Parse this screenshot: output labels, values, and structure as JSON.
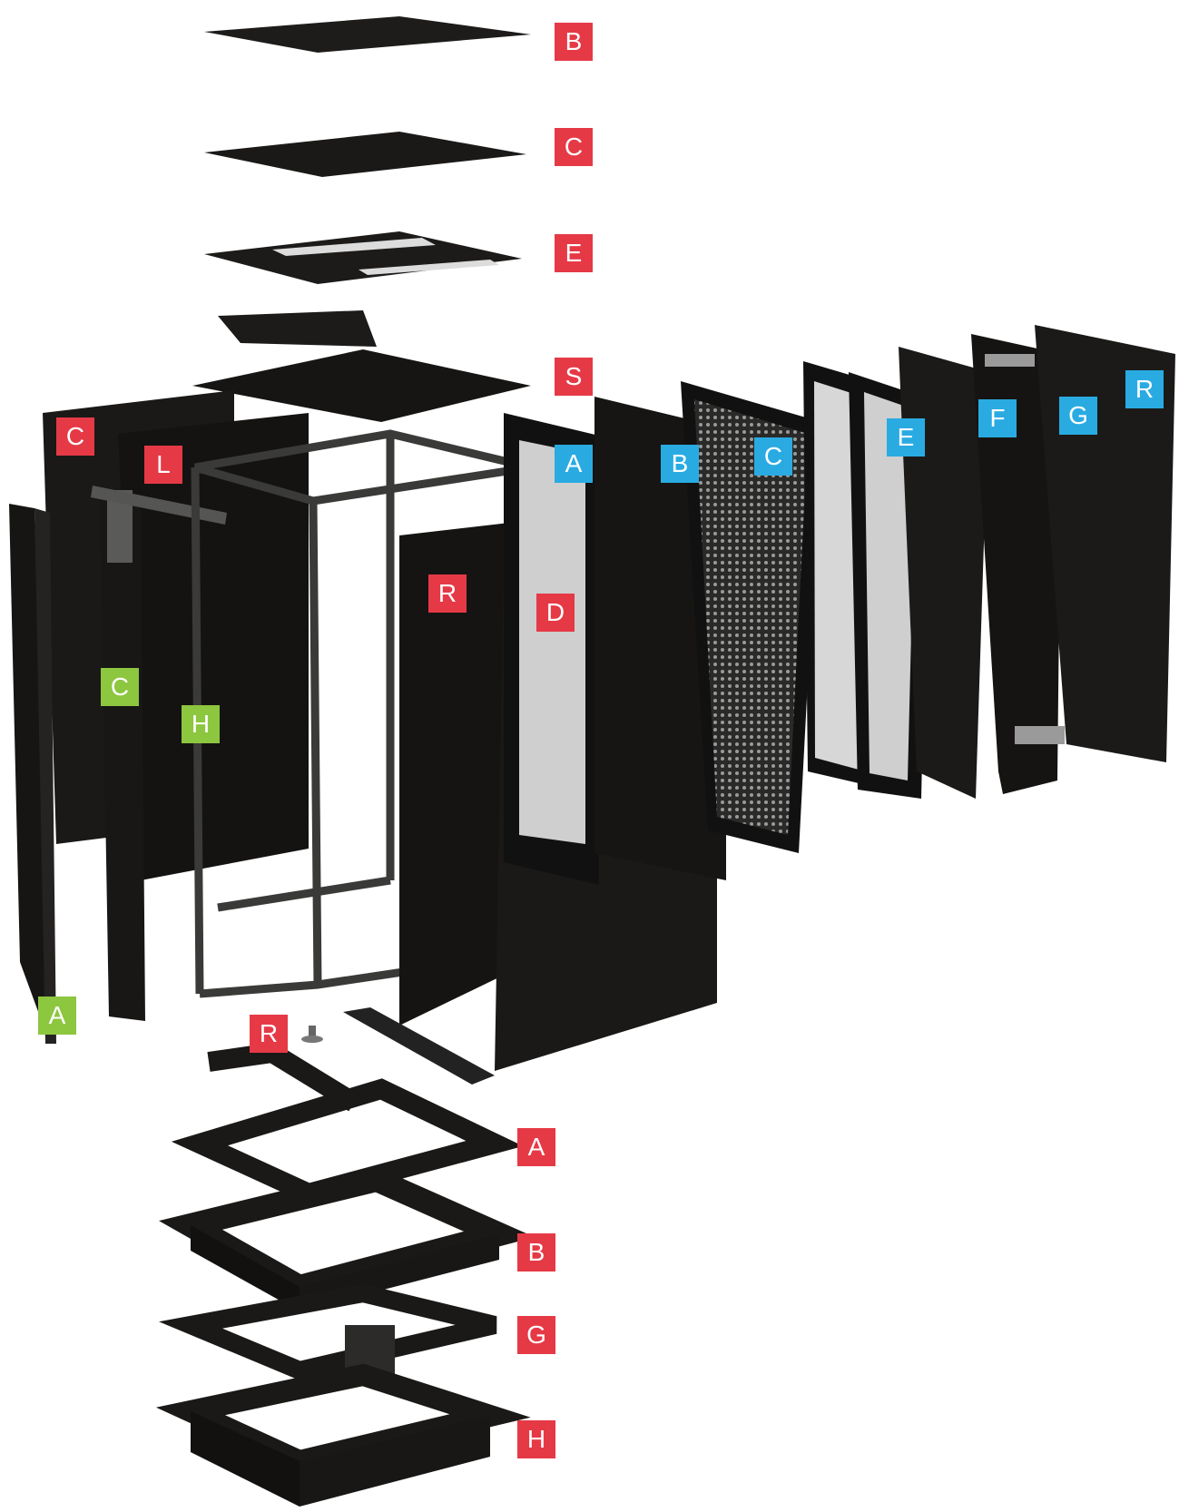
{
  "colors": {
    "red_tag": "#e63946",
    "blue_tag": "#29abe2",
    "green_tag": "#8dc63f",
    "panel": "#1c1b19",
    "frame": "#3a3a38"
  },
  "labels": {
    "top_B": "B",
    "top_C": "C",
    "top_E": "E",
    "top_S": "S",
    "side_C": "C",
    "side_L": "L",
    "rear_R": "R",
    "door_D": "D",
    "door_A": "A",
    "door_B": "B",
    "door_C": "C",
    "door_E": "E",
    "door_F": "F",
    "door_G": "G",
    "door_R": "R",
    "post_C": "C",
    "post_H": "H",
    "post_A": "A",
    "foot_R": "R",
    "base_A": "A",
    "base_B": "B",
    "base_G": "G",
    "base_H": "H"
  }
}
